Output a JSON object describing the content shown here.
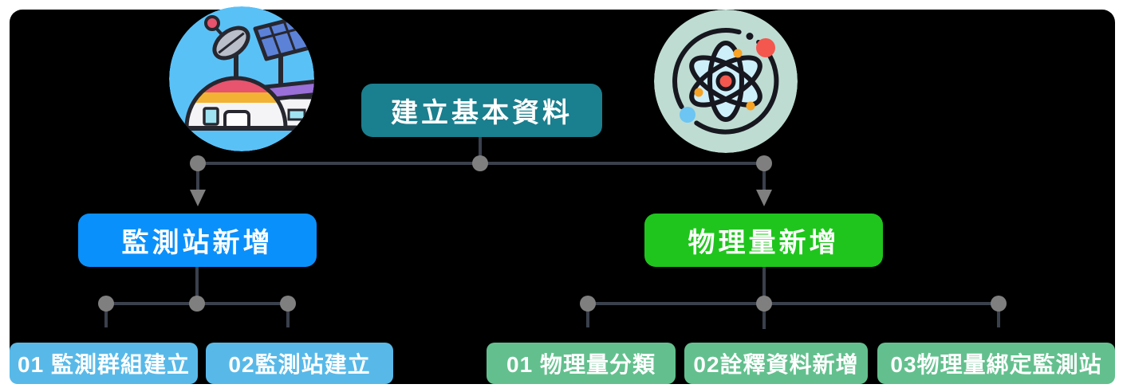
{
  "diagram": {
    "title_node": {
      "label": "建立基本資料",
      "bg_color": "#1A7F8E"
    },
    "branches": [
      {
        "label": "監測站新增",
        "bg_color": "#0A90FB",
        "icon": "monitoring-station-icon",
        "icon_bg_color": "#5AC1F7",
        "child_bg_color": "#58B9E8",
        "children": [
          {
            "label": "01 監測群組建立"
          },
          {
            "label": "02監測站建立"
          }
        ]
      },
      {
        "label": "物理量新增",
        "bg_color": "#1FC51D",
        "icon": "atom-icon",
        "icon_bg_color": "#BEDCD2",
        "child_bg_color": "#63C08E",
        "children": [
          {
            "label": "01 物理量分類"
          },
          {
            "label": "02詮釋資料新增"
          },
          {
            "label": "03物理量綁定監測站"
          }
        ]
      }
    ],
    "colors": {
      "panel_background": "#000000",
      "connector_line": "#3A404C",
      "junction_dot": "#7F7F7F",
      "arrowhead": "#7F7F7F",
      "node_text": "#FFFFFF"
    }
  }
}
